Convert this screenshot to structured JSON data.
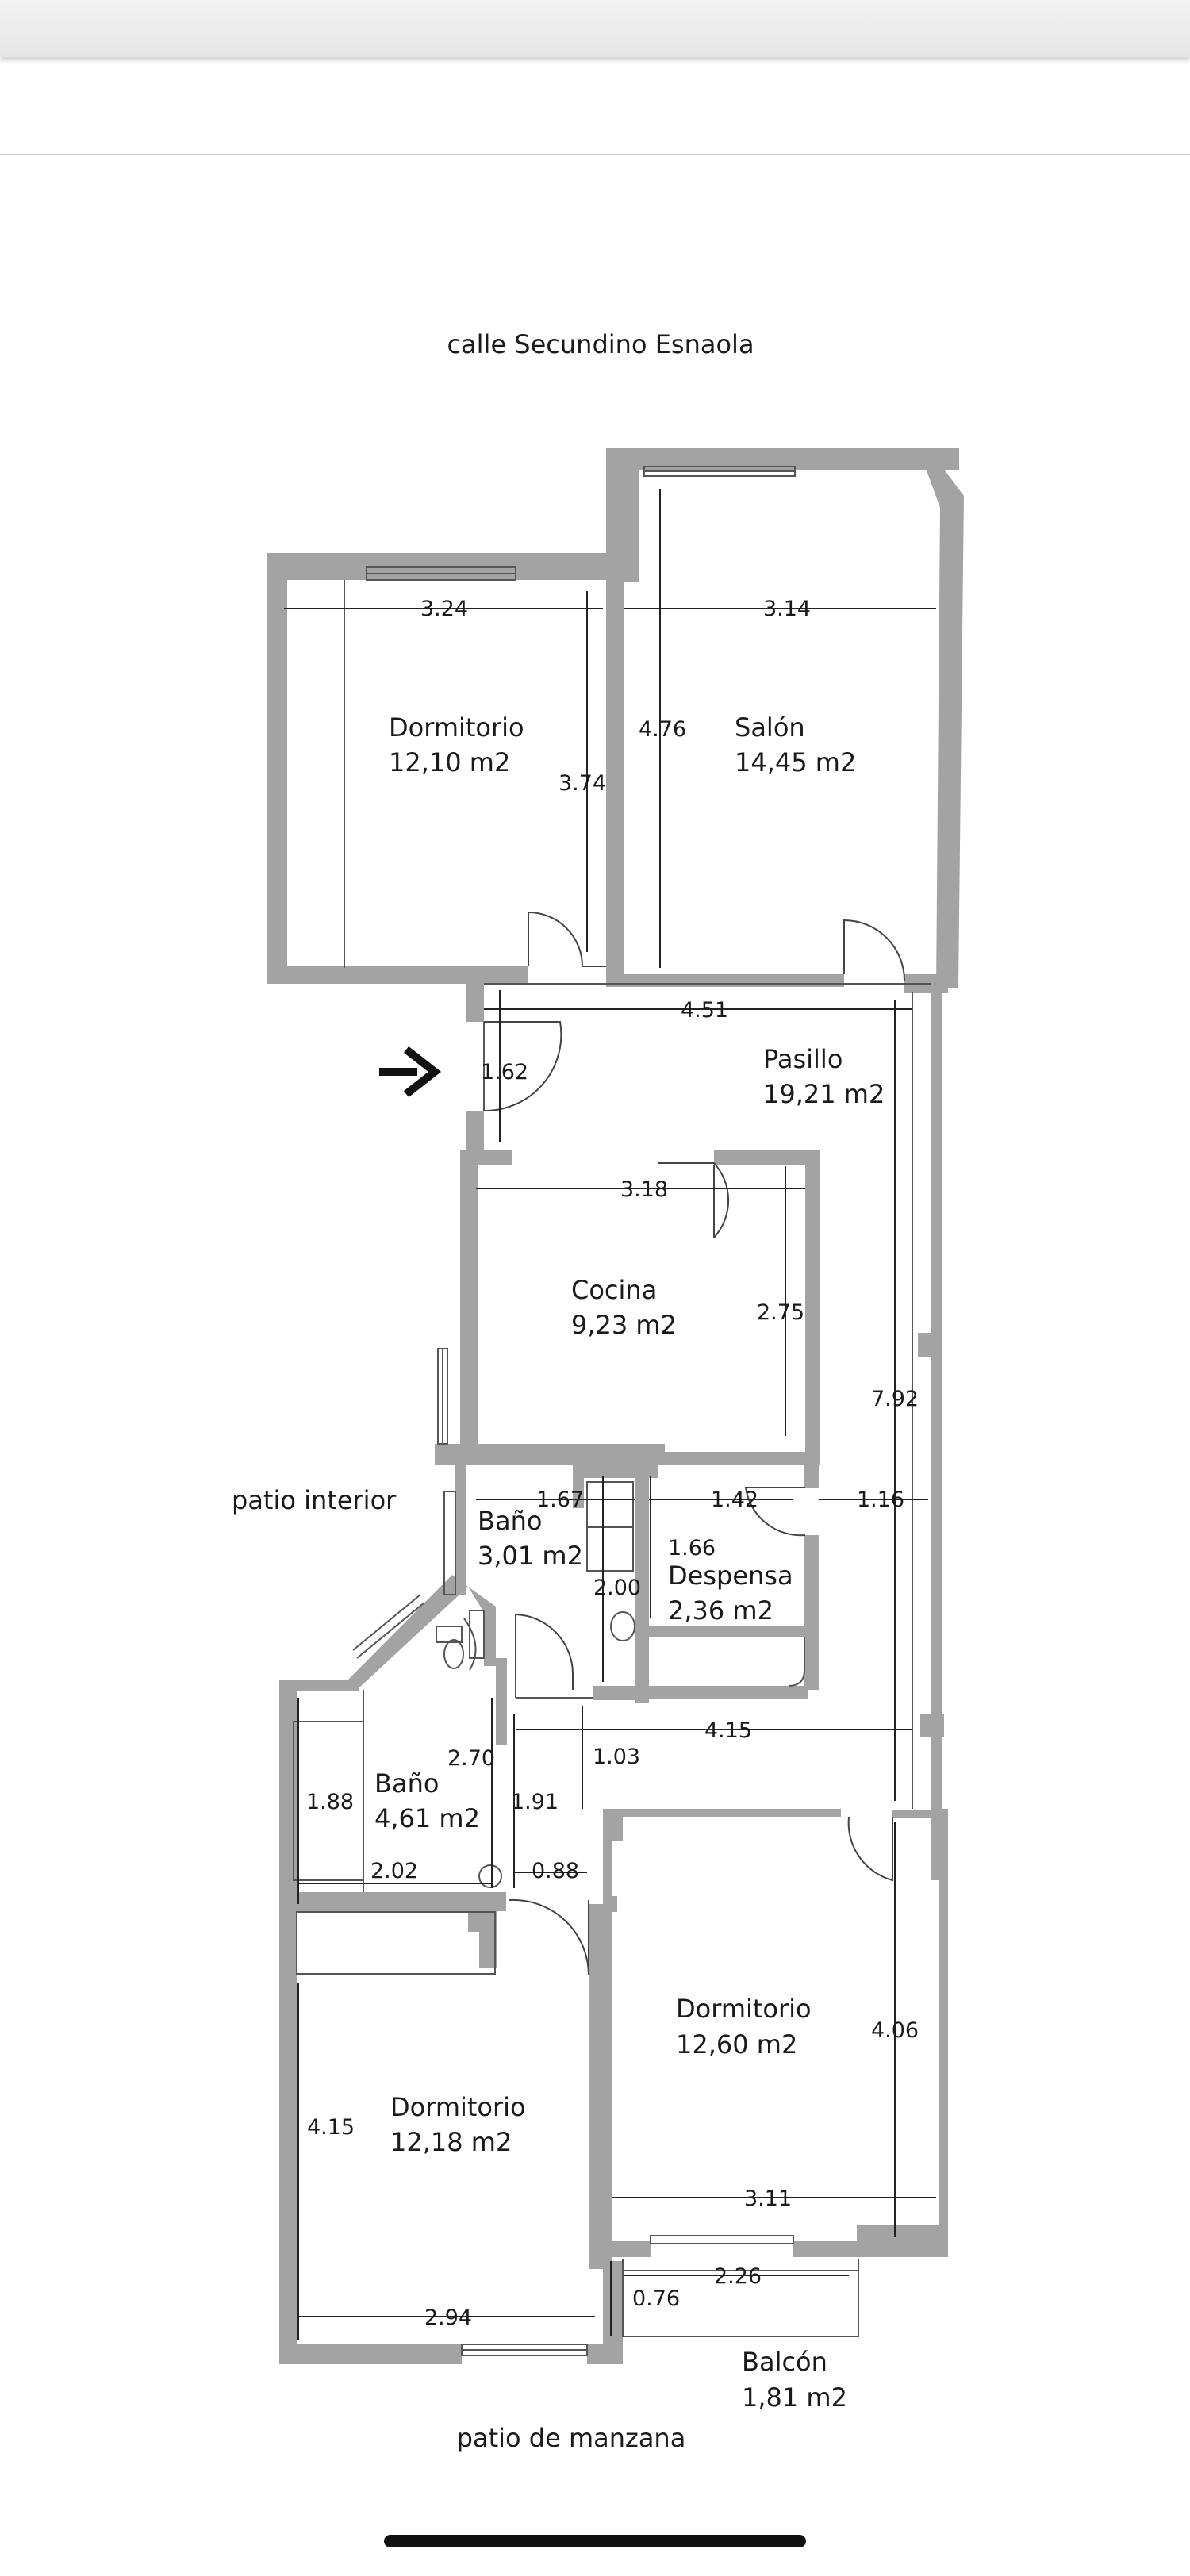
{
  "streets": {
    "top": "calle Secundino Esnaola",
    "bottom": "patio de manzana",
    "left": "patio interior"
  },
  "rooms": {
    "dormitorio_nw": {
      "name": "Dormitorio",
      "area": "12,10 m2"
    },
    "salon": {
      "name": "Salón",
      "area": "14,45 m2"
    },
    "pasillo": {
      "name": "Pasillo",
      "area": "19,21 m2"
    },
    "cocina": {
      "name": "Cocina",
      "area": "9,23 m2"
    },
    "bano1": {
      "name": "Baño",
      "area": "3,01 m2"
    },
    "despensa": {
      "name": "Despensa",
      "area": "2,36 m2"
    },
    "bano2": {
      "name": "Baño",
      "area": "4,61 m2"
    },
    "dormitorio_se": {
      "name": "Dormitorio",
      "area": "12,60 m2"
    },
    "dormitorio_sw": {
      "name": "Dormitorio",
      "area": "12,18 m2"
    },
    "balcon": {
      "name": "Balcón",
      "area": "1,81 m2"
    }
  },
  "dims": {
    "d324": "3.24",
    "d374": "3.74",
    "d476": "4.76",
    "d314": "3.14",
    "d451": "4.51",
    "d162": "1.62",
    "d318": "3.18",
    "d275": "2.75",
    "d792": "7.92",
    "d167": "1.67",
    "d142": "1.42",
    "d116": "1.16",
    "d166": "1.66",
    "d200": "2.00",
    "d270": "2.70",
    "d103": "1.03",
    "d415h": "4.15",
    "d188": "1.88",
    "d191": "1.91",
    "d202": "2.02",
    "d088": "0.88",
    "d406": "4.06",
    "d415v": "4.15",
    "d311": "3.11",
    "d226": "2.26",
    "d076": "0.76",
    "d294": "2.94"
  },
  "entrance_arrow": "entrance-arrow-icon"
}
